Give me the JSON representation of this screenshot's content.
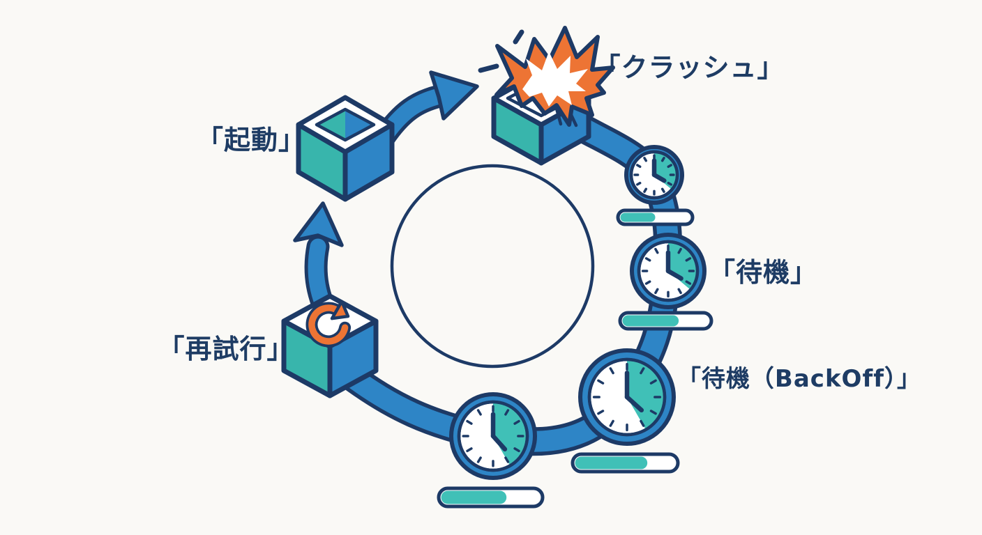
{
  "diagram": {
    "labels": {
      "startup": "「起動」",
      "crash": "「クラッシュ」",
      "wait": "「待機」",
      "wait_backoff": "「待機（BackOff）」",
      "retry": "「再試行」"
    },
    "colors": {
      "background": "#faf9f6",
      "outline": "#1d3a66",
      "blue": "#2e85c6",
      "teal": "#38b5ac",
      "teal_light": "#40c0b7",
      "orange": "#ed7434",
      "white": "#ffffff",
      "text": "#1e3c64"
    },
    "clocks": [
      {
        "icon": "clock-icon",
        "wedge_deg": 130,
        "hour_deg": 120,
        "minute_deg": 0
      },
      {
        "icon": "clock-icon",
        "wedge_deg": 130,
        "hour_deg": 120,
        "minute_deg": 0
      },
      {
        "icon": "clock-icon",
        "wedge_deg": 150,
        "hour_deg": 132,
        "minute_deg": 0
      },
      {
        "icon": "clock-icon",
        "wedge_deg": 150,
        "hour_deg": 138,
        "minute_deg": 0
      }
    ],
    "progress_bars": [
      {
        "percent": 50
      },
      {
        "percent": 65
      },
      {
        "percent": 72
      },
      {
        "percent": 66
      }
    ]
  }
}
